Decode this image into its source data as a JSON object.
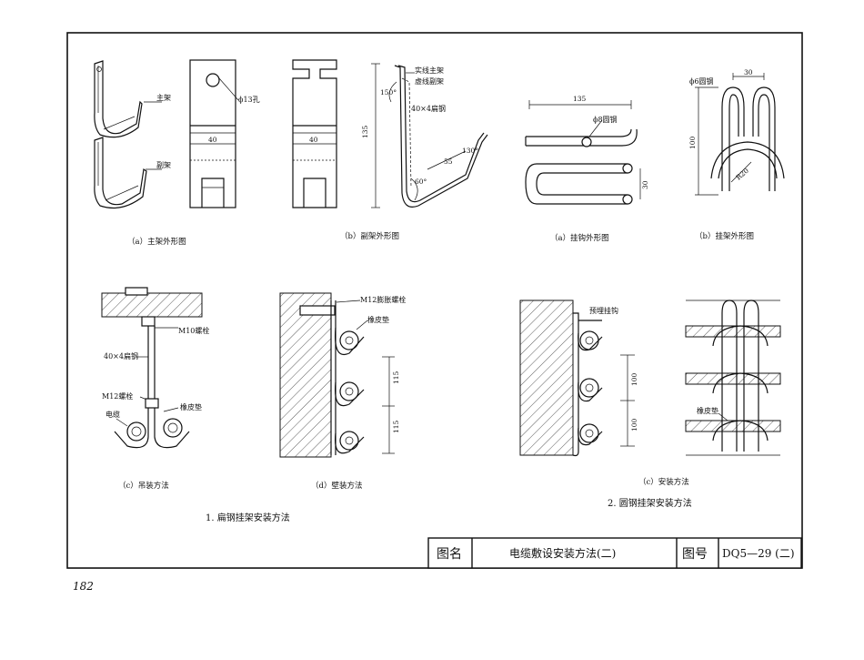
{
  "sections": {
    "flat_title": "1. 扁钢挂架安装方法",
    "round_title": "2. 圆钢挂架安装方法"
  },
  "captions": {
    "a_main": "（a）主架外形图",
    "b_aux": "（b）副架外形图",
    "a_hook": "（a）挂钩外形图",
    "b_hanger": "（b）挂架外形图",
    "c_hang": "（c）吊装方法",
    "d_wall": "（d）壁装方法",
    "c_install": "（c）安装方法"
  },
  "labels": {
    "main_frame": "主架",
    "aux_frame": "副架",
    "hole": "ϕ13孔",
    "solid_main": "实线主架",
    "dashed_aux": "虚线副架",
    "flat_steel": "40×4扁钢",
    "round_steel_8": "ϕ8圆钢",
    "round_steel_6": "ϕ6圆钢",
    "m10": "M10螺栓",
    "flat_steel_2": "40×4扁钢",
    "m12": "M12螺栓",
    "cable": "电缆",
    "rubber_pad": "橡皮垫",
    "m12_expansion": "M12膨胀螺栓",
    "rubber_pad_2": "橡皮垫",
    "embedded_hook": "预埋挂钩",
    "rubber_pad_3": "橡皮垫"
  },
  "dims": {
    "d40a": "40",
    "d40b": "40",
    "d135": "135",
    "d150": "150°",
    "d55": "55",
    "d130": "130°",
    "d60": "60°",
    "d135b": "135",
    "d30": "30",
    "d30b": "30",
    "d100": "100",
    "r20": "R20",
    "d115a": "115",
    "d115b": "115",
    "d100b": "100",
    "d100c": "100"
  },
  "title_block": {
    "name_label": "图名",
    "name_value": "电缆敷设安装方法(二)",
    "number_label": "图号",
    "number_value": "DQ5—29 (二)"
  },
  "page_number": "182"
}
